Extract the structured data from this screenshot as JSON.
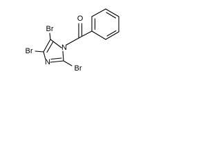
{
  "molecule": {
    "atoms": {
      "br_top": "Br",
      "br_left": "Br",
      "br_bottom": "Br",
      "n_ring": "N",
      "n_bottom": "N",
      "o_carbonyl": "O"
    }
  }
}
